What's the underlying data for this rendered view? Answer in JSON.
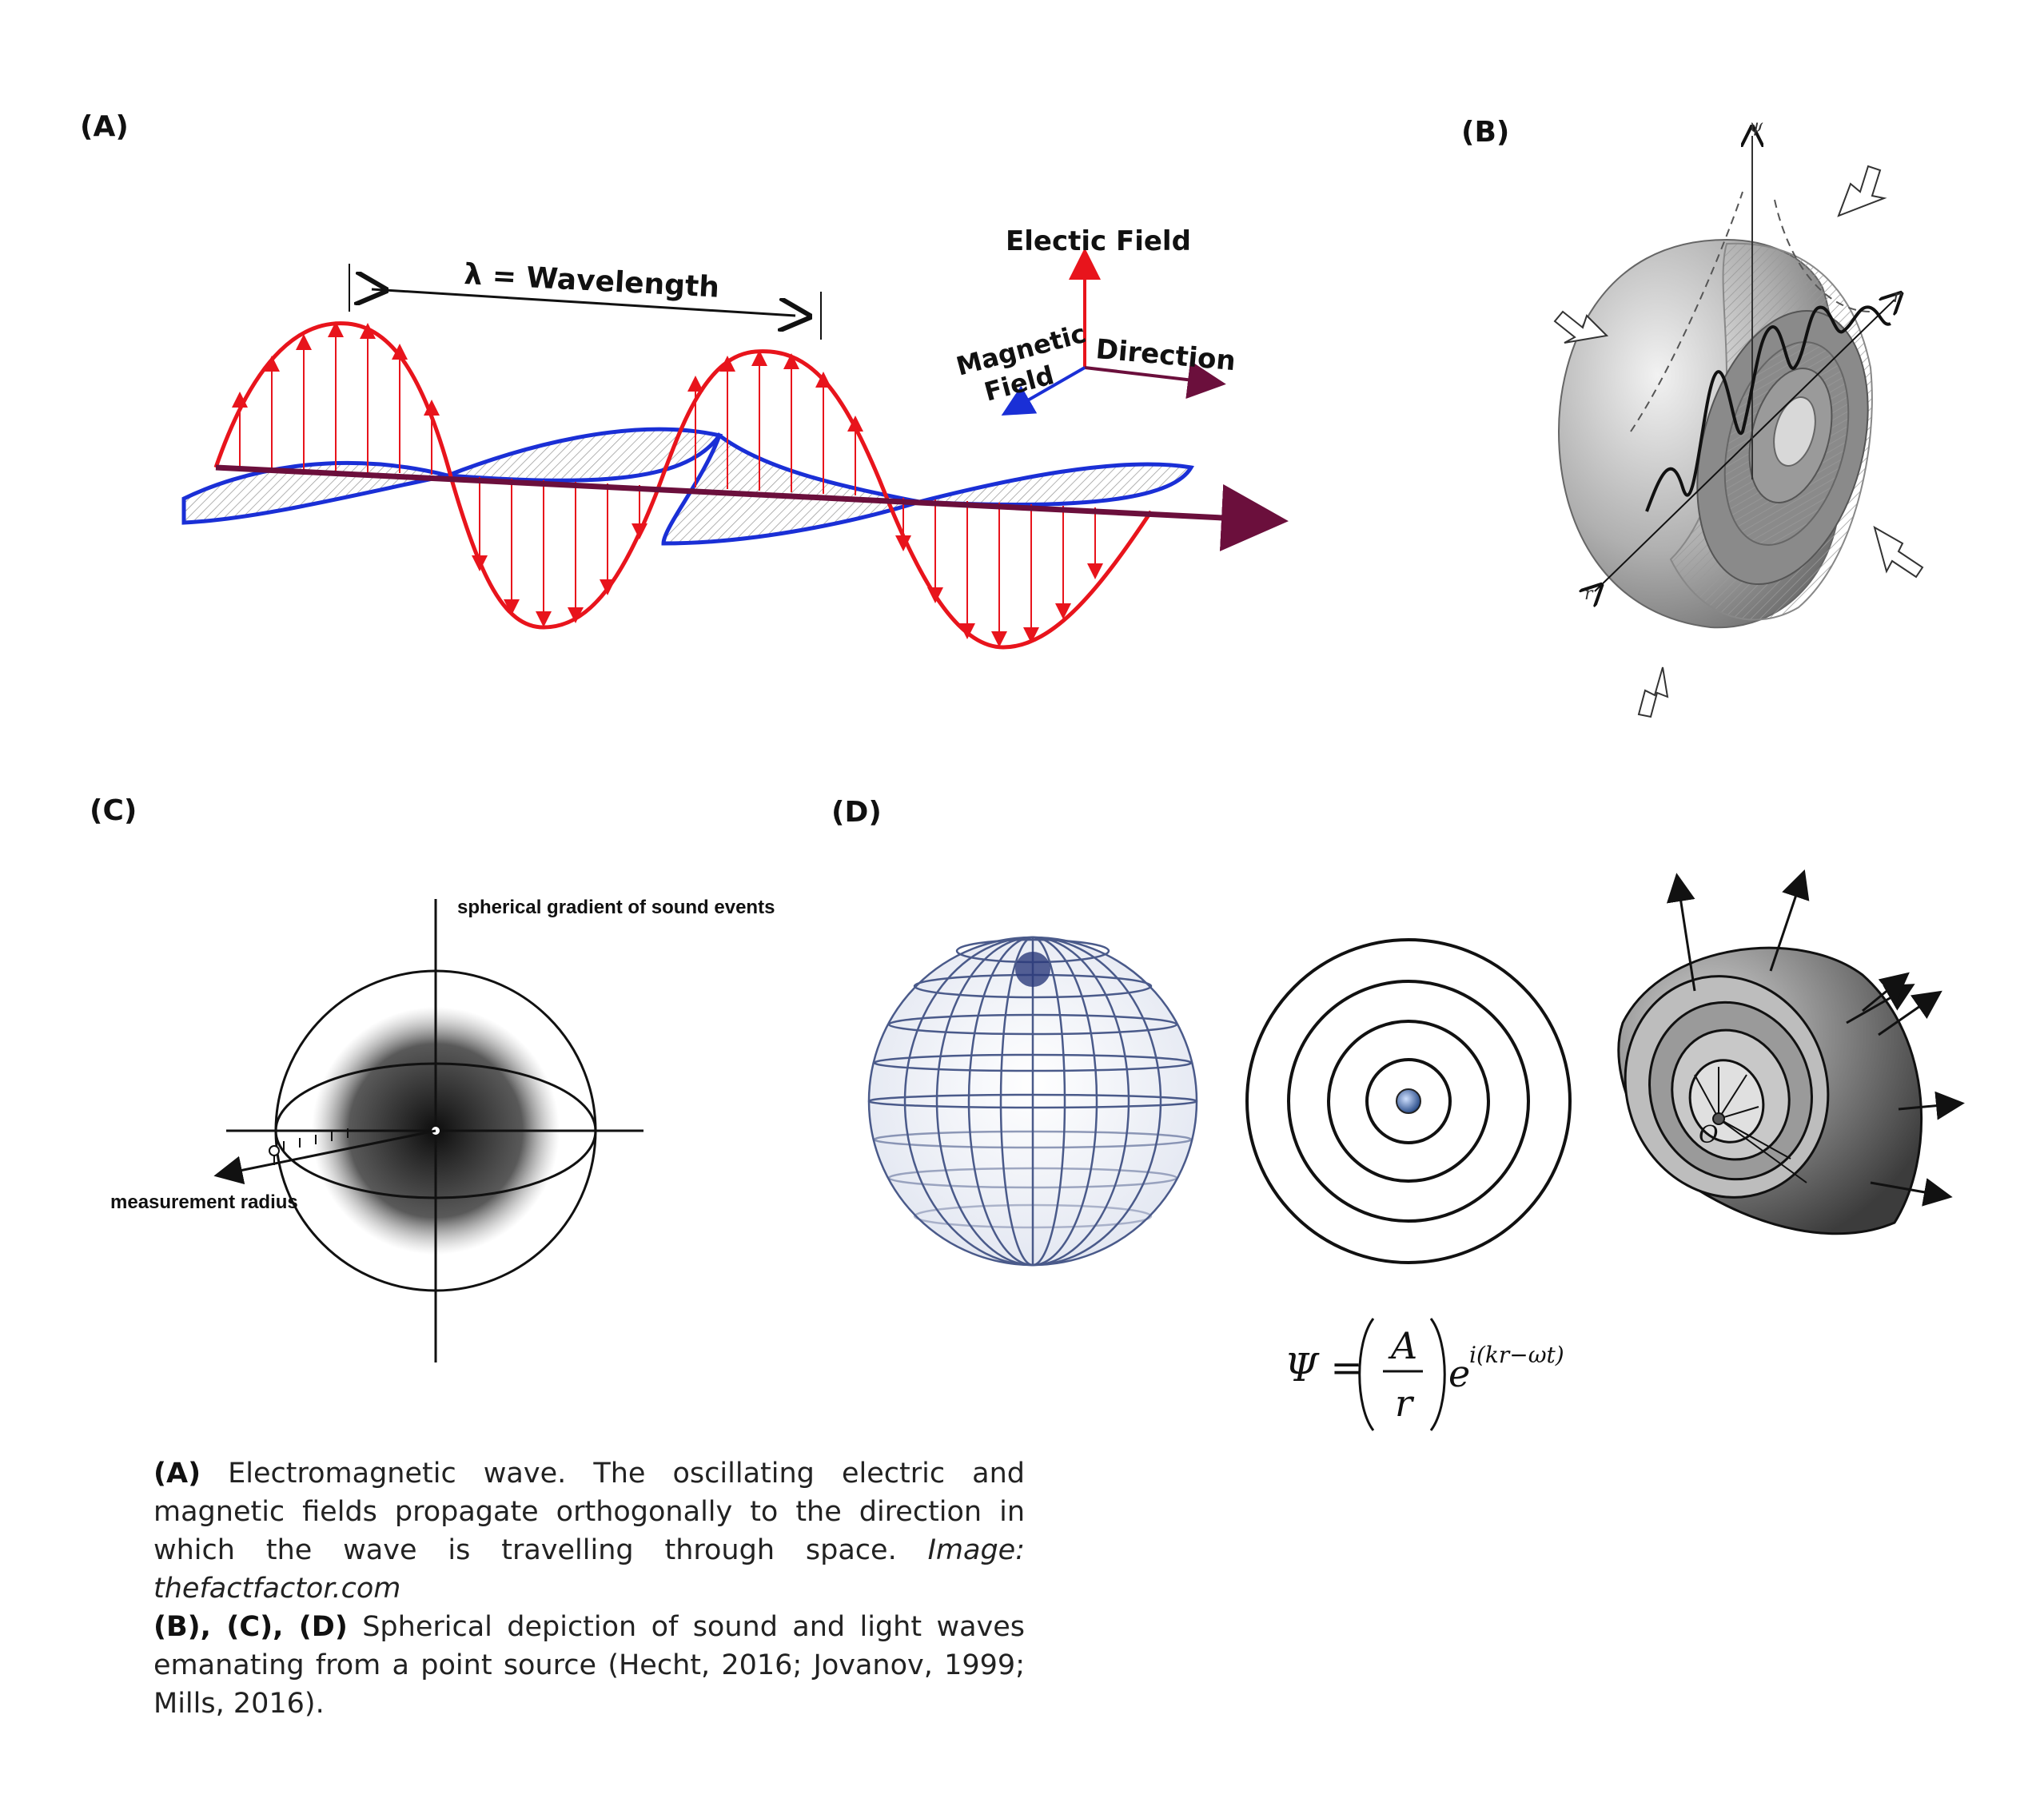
{
  "panels": {
    "a": {
      "label": "(A)",
      "wavelength_label": "λ = Wavelength",
      "electric_field_label": "Electic Field",
      "magnetic_field_label_line1": "Magnetic",
      "magnetic_field_label_line2": "Field",
      "direction_label": "Direction"
    },
    "b": {
      "label": "(B)",
      "axis_psi": "ψ",
      "axis_r_top": "r",
      "axis_r_bottom": "r"
    },
    "c": {
      "label": "(C)",
      "gradient_label": "spherical gradient of sound events",
      "radius_label": "measurement radius"
    },
    "d": {
      "label": "(D)",
      "origin_label": "O",
      "equation": {
        "lhs": "Ψ =",
        "numerator": "A",
        "denominator": "r",
        "base": "e",
        "exponent": "i(kr−ωt)"
      }
    }
  },
  "caption": {
    "a_tag": "(A)",
    "a_text": " Electromagnetic wave.  The oscillating electric and magnetic fields propagate orthogonally to the direction in which the wave is travelling through space. ",
    "a_source": "Image: thefactfactor.com",
    "bcd_tag": "(B), (C), (D)",
    "bcd_text": " Spherical depiction of sound and light waves emanating from a point source  (Hecht, 2016; Jovanov, 1999; Mills, 2016)."
  },
  "colors": {
    "electric": "#e8141c",
    "magnetic": "#1a2fd6",
    "axis": "#6b0f3c",
    "ink": "#111111"
  }
}
